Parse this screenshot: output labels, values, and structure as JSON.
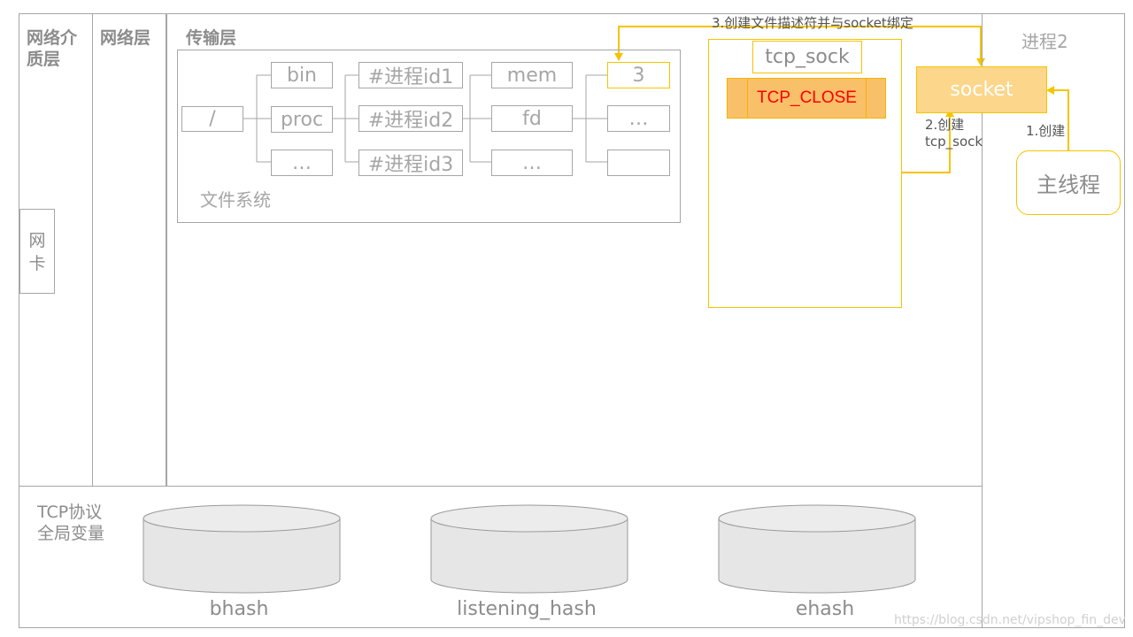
{
  "layers": {
    "media": "网络介质层",
    "network": "网络层",
    "transport": "传输层"
  },
  "nic": "网卡",
  "filesystem": {
    "caption": "文件系统",
    "root": "/",
    "level1": [
      "bin",
      "proc",
      "…"
    ],
    "level2": [
      "#进程id1",
      "#进程id2",
      "#进程id3"
    ],
    "level3": [
      "mem",
      "fd",
      "…"
    ],
    "level4": [
      "3",
      "…",
      ""
    ]
  },
  "tcp_sock": {
    "title": "tcp_sock",
    "state": "TCP_CLOSE"
  },
  "socket_label": "socket",
  "process2": "进程2",
  "main_thread": "主线程",
  "steps": {
    "step1": "1.创建",
    "step2_line1": "2.创建",
    "step2_line2": "tcp_sock",
    "step3": "3.创建文件描述符并与socket绑定"
  },
  "globals": {
    "title_line1": "TCP协议",
    "title_line2": "全局变量",
    "tables": [
      "bhash",
      "listening_hash",
      "ehash"
    ]
  },
  "watermark": "https://blog.csdn.net/vipshop_fin_dev",
  "colors": {
    "accent": "#f5c400",
    "socket_fill": "#fcd68a",
    "state_fill": "#f9c06a",
    "state_text": "#ff0000",
    "border": "#a6a6a6"
  }
}
